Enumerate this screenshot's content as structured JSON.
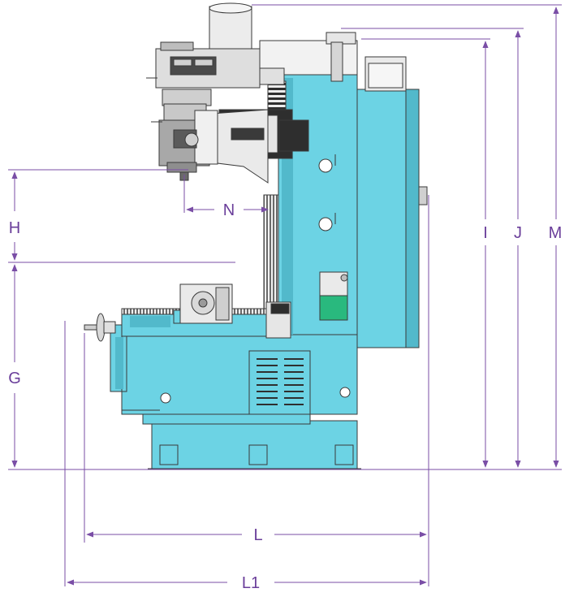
{
  "colors": {
    "machine_body": "#6cd3e4",
    "machine_shadow": "#52b9cb",
    "head_gray": "#d9d9d9",
    "dark_gray": "#3c3c3c",
    "accent_green": "#29b97e",
    "dimension_line": "#7a4ea6",
    "outline": "#3a3a3a"
  },
  "dimensions": {
    "H": "H",
    "G": "G",
    "N": "N",
    "I": "I",
    "J": "J",
    "M": "M",
    "L": "L",
    "L1": "L1"
  }
}
